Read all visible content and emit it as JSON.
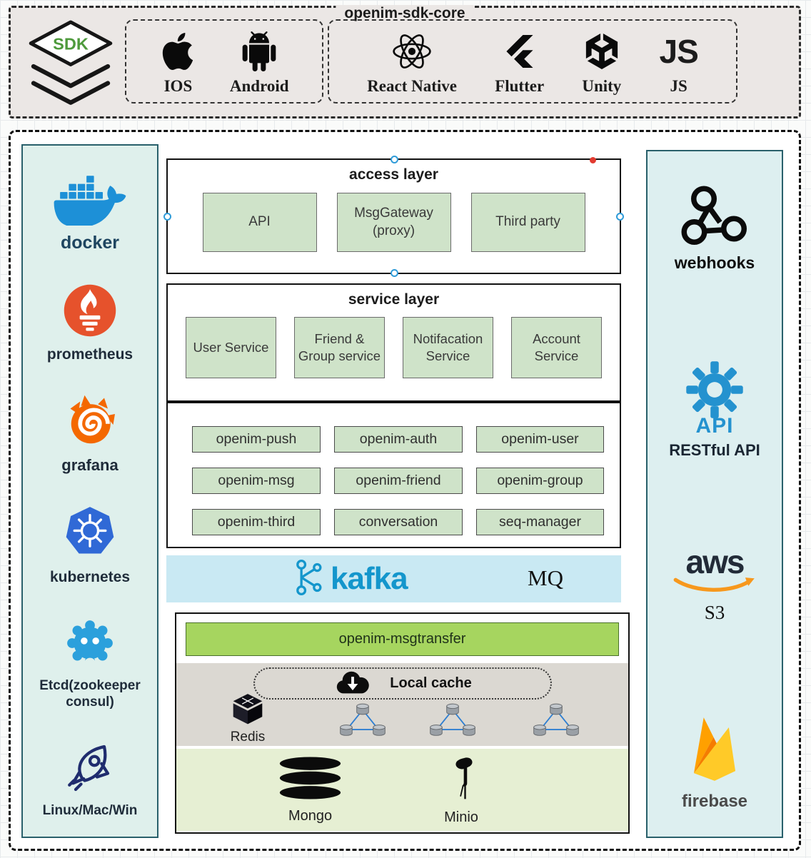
{
  "sdk_section": {
    "title": "openim-sdk-core",
    "sdk_badge": "SDK",
    "js_glyph": "JS",
    "group1": [
      {
        "icon": "apple-icon",
        "label": "IOS"
      },
      {
        "icon": "android-icon",
        "label": "Android"
      }
    ],
    "group2": [
      {
        "icon": "react-icon",
        "label": "React Native"
      },
      {
        "icon": "flutter-icon",
        "label": "Flutter"
      },
      {
        "icon": "unity-icon",
        "label": "Unity"
      },
      {
        "icon": "js-icon",
        "label": "JS"
      }
    ]
  },
  "left_sidebar": {
    "items": [
      {
        "icon": "docker-icon",
        "label": "docker"
      },
      {
        "icon": "prometheus-icon",
        "label": "prometheus"
      },
      {
        "icon": "grafana-icon",
        "label": "grafana"
      },
      {
        "icon": "kubernetes-icon",
        "label": "kubernetes"
      },
      {
        "icon": "etcd-icon",
        "label": "Etcd(zookeeper consul)"
      },
      {
        "icon": "rocket-icon",
        "label": "Linux/Mac/Win"
      }
    ]
  },
  "access_layer": {
    "title": "access layer",
    "buttons": [
      {
        "label": "API"
      },
      {
        "label": "MsgGateway (proxy)"
      },
      {
        "label": "Third party"
      }
    ]
  },
  "service_layer": {
    "title": "service layer",
    "services": [
      {
        "label": "User Service"
      },
      {
        "label": "Friend & Group service"
      },
      {
        "label": "Notifacation Service"
      },
      {
        "label": "Account Service"
      }
    ]
  },
  "modules": {
    "buttons": [
      {
        "label": "openim-push"
      },
      {
        "label": "openim-auth"
      },
      {
        "label": "openim-user"
      },
      {
        "label": "openim-msg"
      },
      {
        "label": "openim-friend"
      },
      {
        "label": "openim-group"
      },
      {
        "label": "openim-third"
      },
      {
        "label": "conversation"
      },
      {
        "label": "seq-manager"
      }
    ]
  },
  "mq_bar": {
    "kafka_wordmark": "kafka",
    "label": "MQ"
  },
  "storage": {
    "msgtransfer": "openim-msgtransfer",
    "local_cache": "Local cache",
    "redis": "Redis",
    "mongo": "Mongo",
    "minio": "Minio"
  },
  "right_sidebar": {
    "items": [
      {
        "icon": "webhooks-icon",
        "label": "webhooks"
      },
      {
        "icon": "restful-api-icon",
        "label": "RESTful API",
        "gear_text": "API"
      },
      {
        "icon": "aws-icon",
        "label": "S3",
        "wordmark": "aws"
      },
      {
        "icon": "firebase-icon",
        "label": "firebase"
      }
    ]
  },
  "colors": {
    "node_green": "#cfe3c9",
    "kafka_blue": "#c9e9f3",
    "msgtransfer_green": "#a6d55f",
    "sidebar_teal": "#dff0ec"
  }
}
